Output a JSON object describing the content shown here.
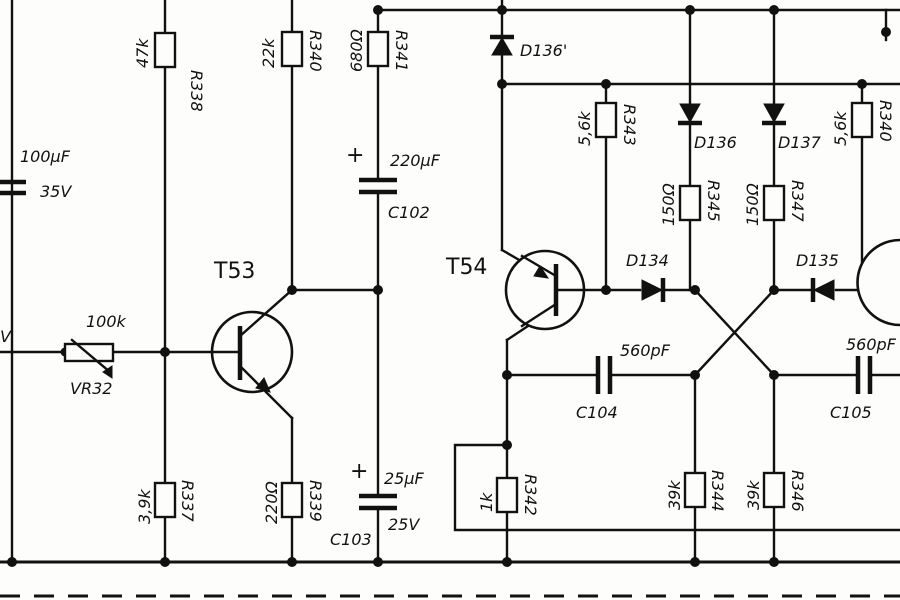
{
  "resistors": {
    "r338": {
      "designator": "R338",
      "value": "47k"
    },
    "r340a": {
      "designator": "R340",
      "value": "22k"
    },
    "r341": {
      "designator": "R341",
      "value": "680Ω"
    },
    "r343": {
      "designator": "R343",
      "value": "5,6k"
    },
    "r345": {
      "designator": "R345",
      "value": "150Ω"
    },
    "r347": {
      "designator": "R347",
      "value": "150Ω"
    },
    "r340b": {
      "designator": "R340",
      "value": "5,6k"
    },
    "r337": {
      "designator": "R337",
      "value": "3,9k"
    },
    "r339": {
      "designator": "R339",
      "value": "220Ω"
    },
    "r342": {
      "designator": "R342",
      "value": "1k"
    },
    "r344": {
      "designator": "R344",
      "value": "39k"
    },
    "r346": {
      "designator": "R346",
      "value": "39k"
    }
  },
  "capacitors": {
    "c_left": {
      "value": "100µF",
      "voltage": "35V"
    },
    "c102": {
      "designator": "C102",
      "value": "220µF",
      "polarity": "+"
    },
    "c103": {
      "designator": "C103",
      "value": "25µF",
      "voltage": "25V",
      "polarity": "+"
    },
    "c104": {
      "designator": "C104",
      "value": "560pF"
    },
    "c105": {
      "designator": "C105",
      "value": "560pF"
    }
  },
  "potentiometer": {
    "designator": "VR32",
    "value": "100k"
  },
  "transistors": {
    "t53": {
      "designator": "T53"
    },
    "t54": {
      "designator": "T54"
    }
  },
  "diodes": {
    "d136p": {
      "designator": "D136'"
    },
    "d136": {
      "designator": "D136"
    },
    "d137": {
      "designator": "D137"
    },
    "d134": {
      "designator": "D134"
    },
    "d135": {
      "designator": "D135"
    }
  },
  "misc": {
    "left_edge_text": "V"
  },
  "colors": {
    "ink": "#111111",
    "paper": "#fdfdfb"
  }
}
